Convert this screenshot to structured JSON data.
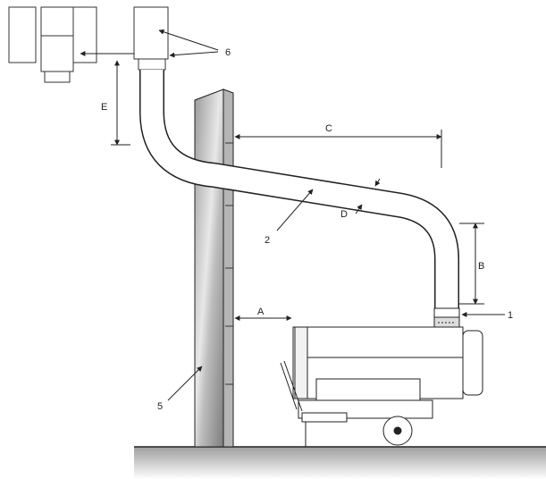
{
  "labels": {
    "callout_1": "1",
    "callout_2": "2",
    "callout_5": "5",
    "callout_6": "6",
    "dim_a": "A",
    "dim_b": "B",
    "dim_c": "C",
    "dim_d": "D",
    "dim_e": "E"
  },
  "colors": {
    "line": "#222222",
    "wall_light": "#e6e6e6",
    "wall_dark": "#8c8c8c",
    "floor": "#bdbdbd"
  }
}
